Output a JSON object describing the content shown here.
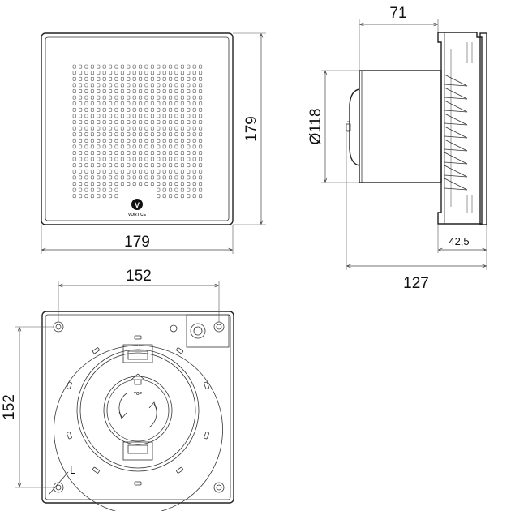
{
  "front_view": {
    "width_dim": "179",
    "height_dim": "179",
    "logo_mark": "V",
    "logo_text": "VORTICE"
  },
  "side_view": {
    "depth_dim": "71",
    "diameter_dim": "Ø118",
    "flange_dim": "42,5",
    "total_dim": "127"
  },
  "rear_view": {
    "width_dim": "152",
    "height_dim": "152",
    "top_label": "TOP",
    "corner_label": "L"
  }
}
